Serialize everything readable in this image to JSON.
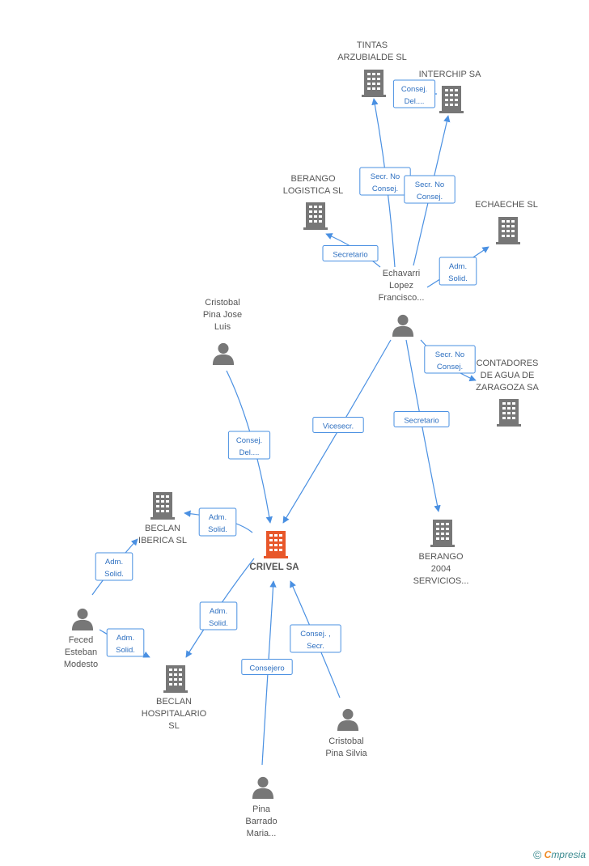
{
  "colors": {
    "edge": "#4a90e2",
    "node_company": "#777777",
    "node_main": "#e8572a",
    "node_person": "#777777"
  },
  "nodes": [
    {
      "id": "crivel",
      "type": "company",
      "main": true,
      "label": [
        "CRIVEL SA"
      ]
    },
    {
      "id": "tintas",
      "type": "company",
      "label": [
        "TINTAS",
        "ARZUBIALDE  SL"
      ]
    },
    {
      "id": "interchip",
      "type": "company",
      "label": [
        "INTERCHIP SA"
      ]
    },
    {
      "id": "berango_log",
      "type": "company",
      "label": [
        "BERANGO",
        "LOGISTICA SL"
      ]
    },
    {
      "id": "echaeche",
      "type": "company",
      "label": [
        "ECHAECHE SL"
      ]
    },
    {
      "id": "contadores",
      "type": "company",
      "label": [
        "CONTADORES",
        "DE AGUA DE",
        "ZARAGOZA SA"
      ]
    },
    {
      "id": "berango2004",
      "type": "company",
      "label": [
        "BERANGO",
        "2004",
        "SERVICIOS..."
      ]
    },
    {
      "id": "beclan_iberica",
      "type": "company",
      "label": [
        "BECLAN",
        "IBERICA  SL"
      ]
    },
    {
      "id": "beclan_hosp",
      "type": "company",
      "label": [
        "BECLAN",
        "HOSPITALARIO",
        "SL"
      ]
    },
    {
      "id": "echavarri",
      "type": "person",
      "label": [
        "Echavarri",
        "Lopez",
        "Francisco..."
      ]
    },
    {
      "id": "cristobal_jose",
      "type": "person",
      "label": [
        "Cristobal",
        "Pina Jose",
        "Luis"
      ]
    },
    {
      "id": "feced",
      "type": "person",
      "label": [
        "Feced",
        "Esteban",
        "Modesto"
      ]
    },
    {
      "id": "cristobal_silvia",
      "type": "person",
      "label": [
        "Cristobal",
        "Pina Silvia"
      ]
    },
    {
      "id": "pina_barrado",
      "type": "person",
      "label": [
        "Pina",
        "Barrado",
        "Maria..."
      ]
    }
  ],
  "edges": [
    {
      "id": "e1",
      "from": "echavarri",
      "to": "tintas",
      "label": [
        "Secr.  No",
        "Consej."
      ]
    },
    {
      "id": "e2",
      "from": "echavarri",
      "to": "interchip",
      "label": [
        "Secr.  No",
        "Consej."
      ]
    },
    {
      "id": "e3",
      "from": "tintas",
      "to": "interchip",
      "label": [
        "Consej.",
        "Del...."
      ]
    },
    {
      "id": "e4",
      "from": "echavarri",
      "to": "berango_log",
      "label": [
        "Secretario"
      ]
    },
    {
      "id": "e5",
      "from": "echavarri",
      "to": "echaeche",
      "label": [
        "Adm.",
        "Solid."
      ]
    },
    {
      "id": "e6",
      "from": "echavarri",
      "to": "contadores",
      "label": [
        "Secr.  No",
        "Consej."
      ]
    },
    {
      "id": "e7",
      "from": "echavarri",
      "to": "berango2004",
      "label": [
        "Secretario"
      ]
    },
    {
      "id": "e8",
      "from": "echavarri",
      "to": "crivel",
      "label": [
        "Vicesecr."
      ]
    },
    {
      "id": "e9",
      "from": "cristobal_jose",
      "to": "crivel",
      "label": [
        "Consej.",
        "Del...."
      ]
    },
    {
      "id": "e10",
      "from": "crivel",
      "to": "beclan_iberica",
      "label": [
        "Adm.",
        "Solid."
      ]
    },
    {
      "id": "e11",
      "from": "feced",
      "to": "beclan_iberica",
      "label": [
        "Adm.",
        "Solid."
      ]
    },
    {
      "id": "e12",
      "from": "feced",
      "to": "beclan_hosp",
      "label": [
        "Adm.",
        "Solid."
      ]
    },
    {
      "id": "e13",
      "from": "crivel",
      "to": "beclan_hosp",
      "label": [
        "Adm.",
        "Solid."
      ]
    },
    {
      "id": "e14",
      "from": "pina_barrado",
      "to": "crivel",
      "label": [
        "Consejero"
      ]
    },
    {
      "id": "e15",
      "from": "cristobal_silvia",
      "to": "crivel",
      "label": [
        "Consej. ,",
        "Secr."
      ]
    }
  ],
  "footer": {
    "copyright": "©",
    "brand_initial": "C",
    "brand_rest": "mpresia"
  }
}
